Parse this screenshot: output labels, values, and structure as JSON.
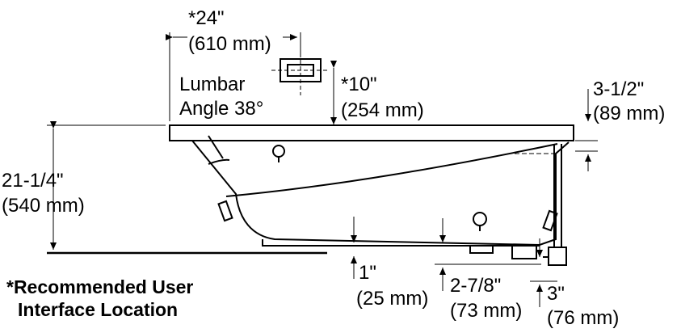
{
  "dimensions": {
    "interface_width": "*24\"",
    "interface_width_mm": "(610 mm)",
    "interface_height": "*10\"",
    "interface_height_mm": "(254 mm)",
    "lumbar_label": "Lumbar",
    "lumbar_angle": "Angle 38°",
    "rim_thickness": "3-1/2\"",
    "rim_thickness_mm": "(89 mm)",
    "total_height": "21-1/4\"",
    "total_height_mm": "(540 mm)",
    "base_gap": "1\"",
    "base_gap_mm": "(25 mm)",
    "drain_offset": "2-7/8\"",
    "drain_offset_mm": "(73 mm)",
    "drain_depth": "3\"",
    "drain_depth_mm": "(76 mm)"
  },
  "note": {
    "line1": "*Recommended User",
    "line2": "Interface Location"
  },
  "colors": {
    "line": "#000000",
    "background": "#ffffff"
  }
}
